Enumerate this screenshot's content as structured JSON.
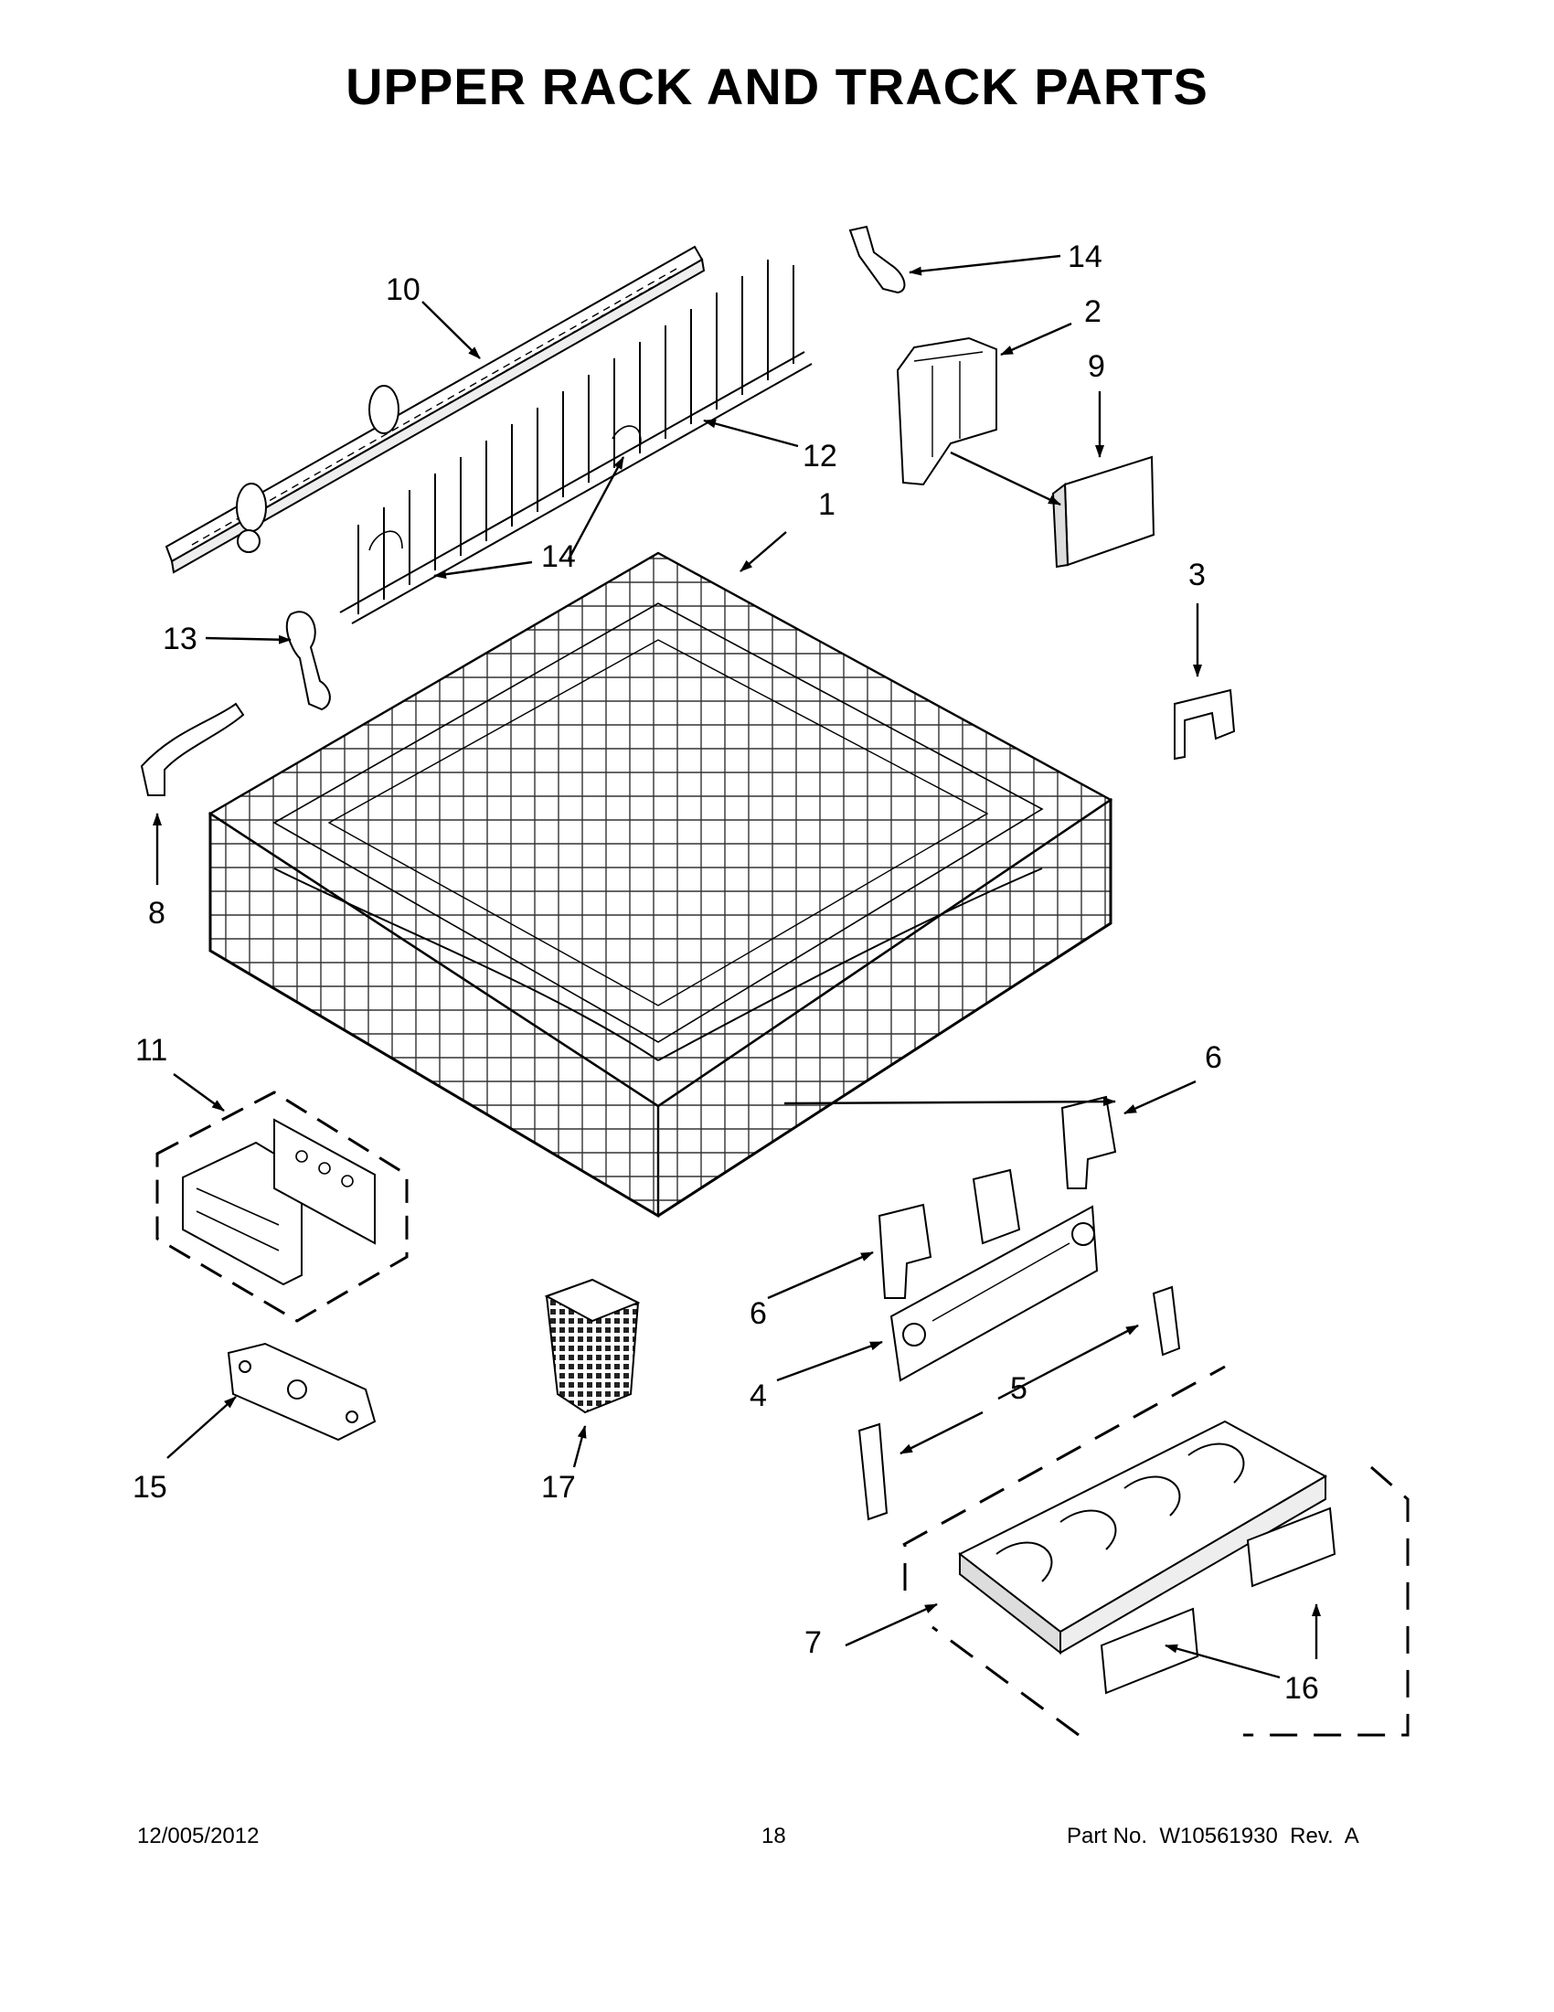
{
  "page": {
    "title": "UPPER RACK AND TRACK PARTS",
    "footer": {
      "date": "12/005/2012",
      "page_number": "18",
      "part_number": "Part No.  W10561930  Rev.  A"
    }
  },
  "callouts": [
    {
      "id": "callout-1",
      "label": "1"
    },
    {
      "id": "callout-2",
      "label": "2"
    },
    {
      "id": "callout-3",
      "label": "3"
    },
    {
      "id": "callout-4",
      "label": "4"
    },
    {
      "id": "callout-5",
      "label": "5"
    },
    {
      "id": "callout-6a",
      "label": "6"
    },
    {
      "id": "callout-6b",
      "label": "6"
    },
    {
      "id": "callout-7",
      "label": "7"
    },
    {
      "id": "callout-8",
      "label": "8"
    },
    {
      "id": "callout-9",
      "label": "9"
    },
    {
      "id": "callout-10",
      "label": "10"
    },
    {
      "id": "callout-11",
      "label": "11"
    },
    {
      "id": "callout-12",
      "label": "12"
    },
    {
      "id": "callout-13",
      "label": "13"
    },
    {
      "id": "callout-14a",
      "label": "14"
    },
    {
      "id": "callout-14b",
      "label": "14"
    },
    {
      "id": "callout-15",
      "label": "15"
    },
    {
      "id": "callout-16",
      "label": "16"
    },
    {
      "id": "callout-17",
      "label": "17"
    }
  ]
}
